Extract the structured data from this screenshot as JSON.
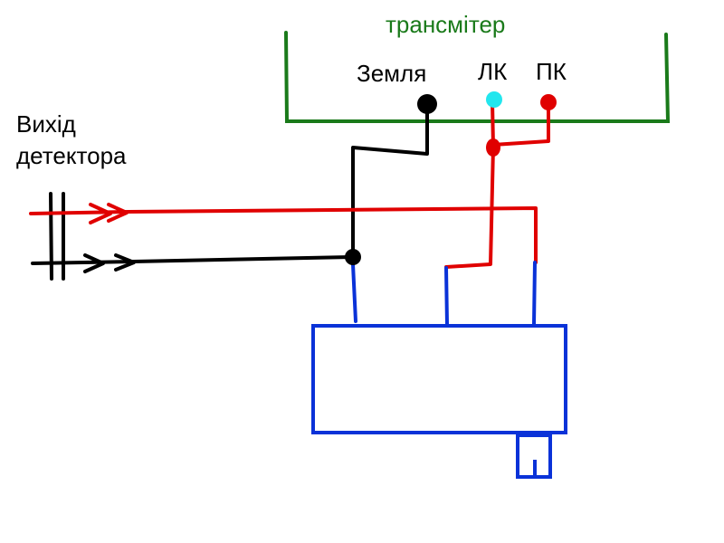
{
  "labels": {
    "transmitter": "трансмітер",
    "ground": "Земля",
    "left_channel": "ЛК",
    "right_channel": "ПК",
    "detector_output_line1": "Вихід",
    "detector_output_line2": "детектора"
  },
  "colors": {
    "transmitter_frame": "#1a7a1a",
    "ground_wire": "#000000",
    "signal_wire": "#e00000",
    "left_channel_terminal": "#22e6ee",
    "right_channel_terminal": "#e00000",
    "module": "#0a32d8",
    "junction": "#000000"
  }
}
